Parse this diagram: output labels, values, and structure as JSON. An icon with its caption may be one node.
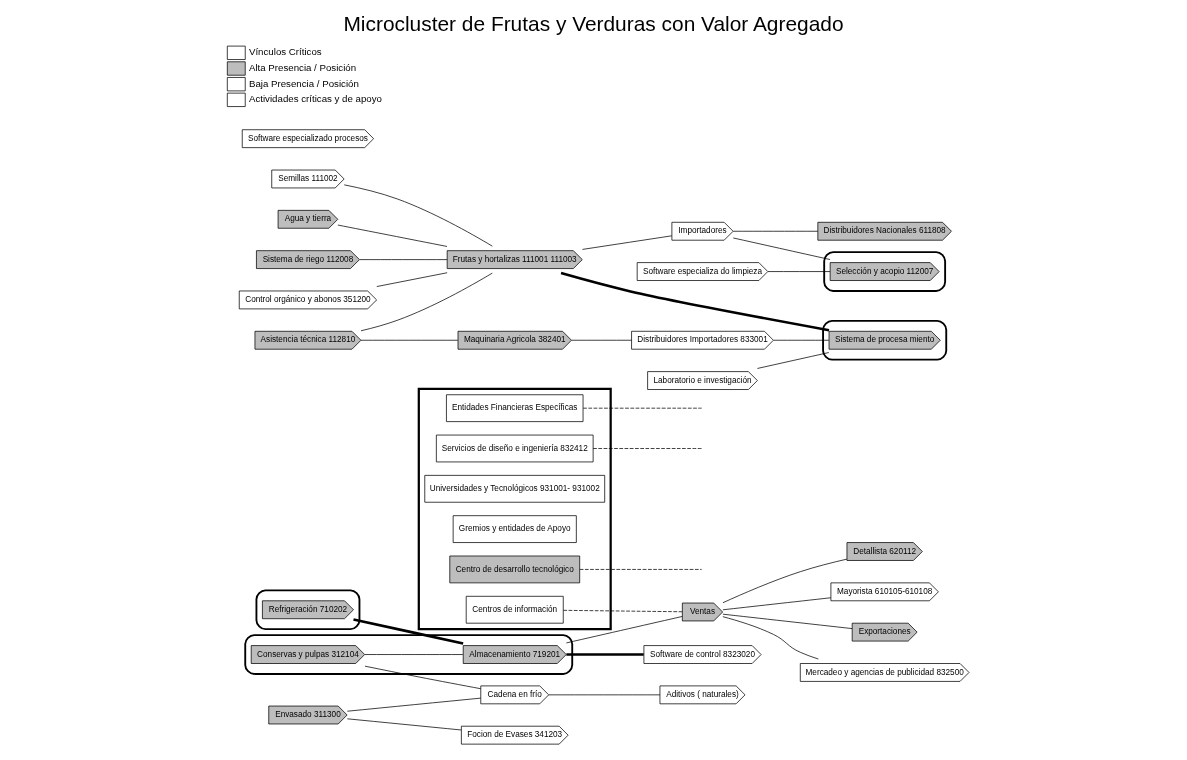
{
  "diagram": {
    "title": "Microcluster de Frutas y Verduras con Valor Agregado",
    "nodes": [
      {
        "text": [],
        "shape": "box"
      },
      {
        "text": [
          "Entidades Financieras Específicas"
        ],
        "in": 0
      },
      {
        "text": [
          "Servicios de diseño e ingeniería 832412"
        ],
        "in": 0
      },
      {
        "text": [
          "Universidades y Tecnológicos 931001- 931002"
        ],
        "in": 0
      },
      {
        "text": [
          "Gremios y entidades de Apoyo"
        ],
        "in": 0
      },
      {
        "text": [
          "Centros de información"
        ],
        "in": 0
      },
      {
        "text": [
          "Centro de desarrollo tecnológico"
        ],
        "in": 0
      },
      {
        "text": [
          "Semillas 111002"
        ]
      },
      {
        "text": [
          "Agua y tierra"
        ]
      },
      {
        "text": [
          "Sistema de riego 112008"
        ]
      },
      {
        "text": [
          "Control orgánico y abonos 351200"
        ]
      },
      {
        "text": [
          "Asistencia técnica 112810"
        ]
      },
      {
        "text": [
          "Frutas y hortalizas 111001 111003"
        ]
      },
      {
        "text": [
          "Importadores"
        ]
      },
      {
        "text": [
          "Distribuidores Nacionales 611808"
        ]
      },
      {
        "text": [
          "Maquinaria Agricola 382401"
        ]
      },
      {
        "text": [
          "Software especializa do limpieza"
        ]
      },
      {
        "text": [],
        "shape": "box"
      },
      {
        "text": [
          "Selección y acopio 112007"
        ],
        "in": 17
      },
      {
        "text": [
          "Distribuidores Importadores 833001"
        ]
      },
      {
        "text": [
          "Laboratorio e investigación"
        ]
      },
      {
        "text": [],
        "shape": "box"
      },
      {
        "text": [
          "Sistema de procesa miento"
        ],
        "in": 21
      },
      {
        "text": [
          "Software especializado procesos"
        ]
      },
      {
        "text": [
          "Envasado 311300"
        ]
      },
      {
        "text": [
          "Focion de Evases 341203"
        ]
      },
      {
        "text": [],
        "shape": "box"
      },
      {
        "text": [
          "Refrigeración 710202"
        ],
        "in": 26
      },
      {
        "text": [],
        "shape": "box"
      },
      {
        "text": [
          "Conservas y pulpas 312104"
        ],
        "in": 28
      },
      {
        "text": [
          "Almacenamiento 719201"
        ],
        "in": 28
      },
      {
        "text": [
          "Software de control 8323020"
        ]
      },
      {
        "text": [
          "Cadena en frío"
        ]
      },
      {
        "text": [
          "Aditivos ( naturales)"
        ]
      },
      {
        "text": [
          "Ventas"
        ]
      },
      {
        "text": [
          "Detallista 620112"
        ]
      },
      {
        "text": [
          "Mayorista 610105-610108"
        ]
      },
      {
        "text": [
          "Exportaciones"
        ]
      },
      {
        "text": [
          "Mercadeo y agencias de publicidad 832500"
        ]
      }
    ],
    "edges": [
      {
        "from": 7,
        "to": 12,
        "arrow": "none"
      },
      {
        "from": 8,
        "to": 12,
        "arrow": "none"
      },
      {
        "from": 9,
        "to": 12,
        "arrow": "none"
      },
      {
        "from": 10,
        "to": 12,
        "arrow": "none"
      },
      {
        "from": 11,
        "to": 12,
        "arrow": "none"
      },
      {
        "from": 11,
        "to": 15,
        "arrow": "none"
      },
      {
        "from": 12,
        "to": 13,
        "arrow": "none"
      },
      {
        "from": 13,
        "to": 14,
        "arrow": "none"
      },
      {
        "from": 13,
        "to": 18,
        "arrow": "none"
      },
      {
        "from": 12,
        "to": 22,
        "arrow": "none",
        "style": "thick"
      },
      {
        "from": 16,
        "to": 18,
        "arrow": "none"
      },
      {
        "from": 15,
        "to": 19,
        "arrow": "none"
      },
      {
        "from": 19,
        "to": 22,
        "arrow": "none"
      },
      {
        "from": 20,
        "to": 22,
        "arrow": "none"
      },
      {
        "from": 24,
        "to": 25,
        "arrow": "none"
      },
      {
        "from": 24,
        "to": 32,
        "arrow": "none"
      },
      {
        "from": 29,
        "to": 32,
        "arrow": "none"
      },
      {
        "from": 29,
        "to": 30,
        "arrow": "none"
      },
      {
        "from": 27,
        "to": 30,
        "arrow": "none",
        "style": "thick"
      },
      {
        "from": 30,
        "to": 31,
        "arrow": "none",
        "style": "thick"
      },
      {
        "from": 32,
        "to": 33,
        "arrow": "none"
      },
      {
        "from": 30,
        "to": 34,
        "arrow": "none"
      },
      {
        "from": 34,
        "to": 35,
        "arrow": "none"
      },
      {
        "from": 34,
        "to": 36,
        "arrow": "none"
      },
      {
        "from": 34,
        "to": 37,
        "arrow": "none"
      },
      {
        "from": 34,
        "to": 38,
        "arrow": "none"
      },
      {
        "from": 1,
        "to": null,
        "arrow": "none",
        "style": "dashed"
      },
      {
        "from": 2,
        "to": null,
        "arrow": "none",
        "style": "dashed"
      },
      {
        "from": 5,
        "to": 34,
        "arrow": "none",
        "style": "dashed"
      },
      {
        "from": 6,
        "to": null,
        "arrow": "none",
        "style": "dashed"
      }
    ],
    "legend": [
      {
        "text": "Vínculos Críticos"
      },
      {
        "text": "Alta Presencia / Posición",
        "color": "#bdbdbd"
      },
      {
        "text": "Baja Presencia / Posición"
      },
      {
        "text": "Actividades críticas y de apoyo"
      }
    ]
  }
}
